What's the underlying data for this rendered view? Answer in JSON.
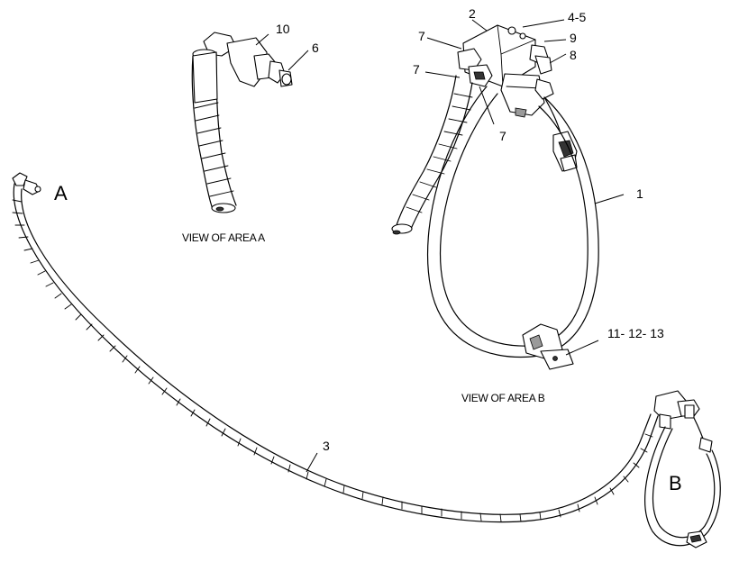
{
  "captions": {
    "view_a": "VIEW OF AREA A",
    "view_b": "VIEW OF AREA B"
  },
  "area_labels": {
    "a": "A",
    "b": "B"
  },
  "callouts": {
    "c1": "1",
    "c2": "2",
    "c3": "3",
    "c4_5": "4-5",
    "c6": "6",
    "c7_top": "7",
    "c7_mid": "7",
    "c7_low": "7",
    "c8": "8",
    "c9": "9",
    "c10": "10",
    "c11_12_13": "11- 12- 13"
  }
}
